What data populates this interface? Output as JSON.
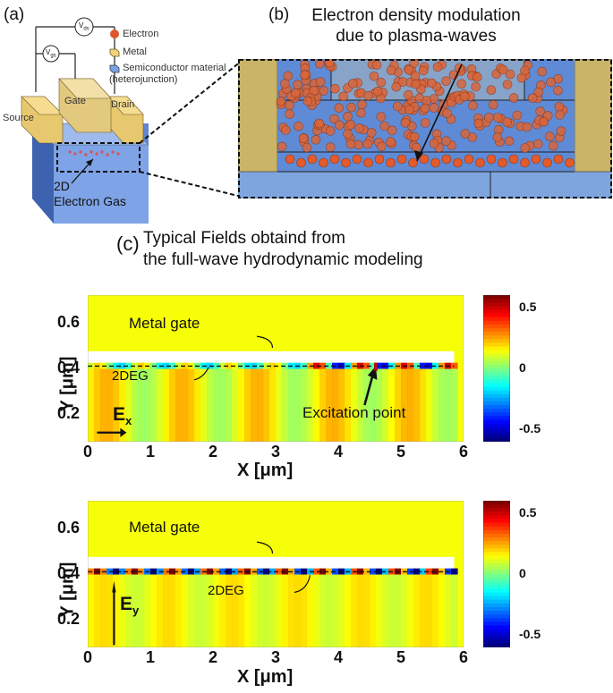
{
  "panel_a": {
    "label": "(a)",
    "legend": [
      {
        "text": "Electron",
        "color": "#e0552a",
        "icon": "electron-dot-icon"
      },
      {
        "text": "Metal",
        "color": "#f3d27a",
        "icon": "metal-cube-icon"
      },
      {
        "text": "Semiconductor material (heterojunction)",
        "color": "#7aa3e0",
        "icon": "semiconductor-cube-icon"
      }
    ],
    "source_label": "Source",
    "gate_label": "Gate",
    "drain_label": "Drain",
    "vds_label": "V",
    "vds_sub": "ds",
    "vgs_label": "V",
    "vgs_sub": "gs",
    "gas_label_line1": "2D",
    "gas_label_line2": "Electron Gas"
  },
  "panel_b": {
    "label": "(b)",
    "title_line1": "Electron density modulation",
    "title_line2": "due to plasma-waves"
  },
  "panel_c": {
    "label": "(c)",
    "title_line1": "Typical Fields obtaind from",
    "title_line2": "the full-wave hydrodynamic modeling"
  },
  "chart_data": [
    {
      "type": "heatmap",
      "field": "Ex",
      "field_label": "E",
      "field_sub": "x",
      "xlabel": "X [μm]",
      "ylabel": "Y [μm]",
      "xlim": [
        0,
        6
      ],
      "ylim": [
        0.08,
        0.72
      ],
      "xticks": [
        "0",
        "1",
        "2",
        "3",
        "4",
        "5",
        "6"
      ],
      "yticks": [
        "0.2",
        "0.4",
        "0.6"
      ],
      "colorbar_ticks": [
        "0.5",
        "0",
        "-0.5"
      ],
      "colorbar_range": [
        -0.6,
        0.6
      ],
      "metal_gate_y": [
        0.425,
        0.475
      ],
      "twodeg_y": 0.41,
      "annotations": {
        "metal_gate": "Metal gate",
        "twodeg": "2DEG",
        "excitation": "Excitation point"
      },
      "excitation_x": 4.6
    },
    {
      "type": "heatmap",
      "field": "Ey",
      "field_label": "E",
      "field_sub": "y",
      "xlabel": "X [μm]",
      "ylabel": "Y [μm]",
      "xlim": [
        0,
        6
      ],
      "ylim": [
        0.08,
        0.72
      ],
      "xticks": [
        "0",
        "1",
        "2",
        "3",
        "4",
        "5",
        "6"
      ],
      "yticks": [
        "0.2",
        "0.4",
        "0.6"
      ],
      "colorbar_ticks": [
        "0.5",
        "0",
        "-0.5"
      ],
      "colorbar_range": [
        -0.6,
        0.6
      ],
      "metal_gate_y": [
        0.425,
        0.475
      ],
      "twodeg_y": 0.41,
      "annotations": {
        "metal_gate": "Metal gate",
        "twodeg": "2DEG"
      }
    }
  ]
}
